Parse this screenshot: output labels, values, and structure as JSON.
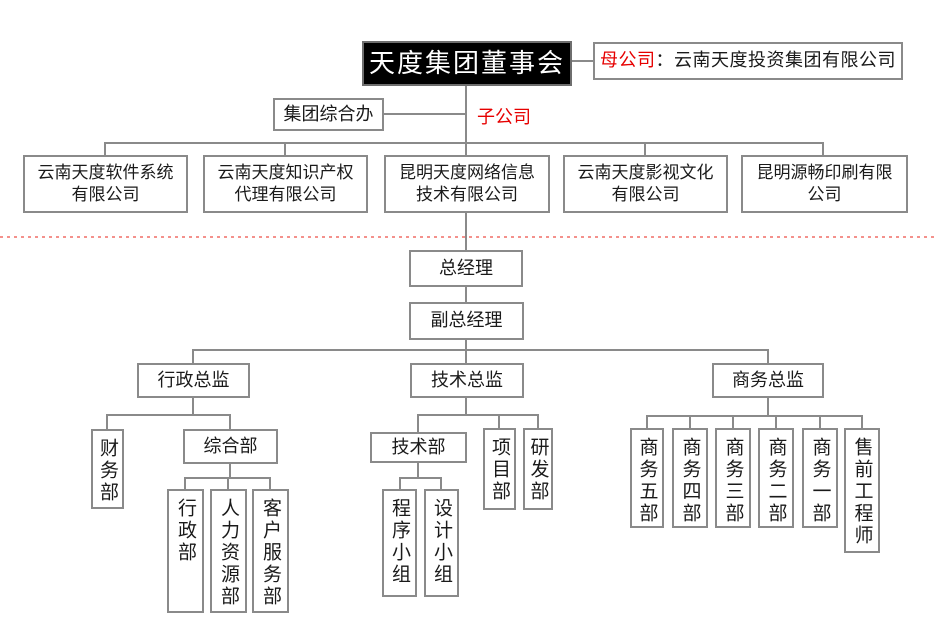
{
  "colors": {
    "accent_red": "#e60000",
    "line_gray": "#8a8a8a",
    "divider_red": "#f4918c",
    "board_bg": "#000000"
  },
  "header": {
    "board_title": "天度集团董事会",
    "parent_label": "母公司",
    "parent_rest": "：云南天度投资集团有限公司",
    "group_office": "集团综合办",
    "subsidiary_label": "子公司"
  },
  "companies": [
    "云南天度软件系统\n有限公司",
    "云南天度知识产权\n代理有限公司",
    "昆明天度网络信息\n技术有限公司",
    "云南天度影视文化\n有限公司",
    "昆明源畅印刷有限\n公司"
  ],
  "management": {
    "general_manager": "总经理",
    "deputy_general_manager": "副总经理"
  },
  "directors": [
    {
      "label": "行政总监"
    },
    {
      "label": "技术总监"
    },
    {
      "label": "商务总监"
    }
  ],
  "admin_branch": {
    "finance": "财务部",
    "general": "综合部",
    "general_children": [
      "行政部",
      "人力资源部",
      "客户服务部"
    ]
  },
  "tech_branch": {
    "tech_dept": "技术部",
    "project_dept": "项目部",
    "rnd_dept": "研发部",
    "tech_children": [
      "程序小组",
      "设计小组"
    ]
  },
  "biz_branch": {
    "departments": [
      "商务五部",
      "商务四部",
      "商务三部",
      "商务二部",
      "商务一部",
      "售前工程师"
    ]
  }
}
